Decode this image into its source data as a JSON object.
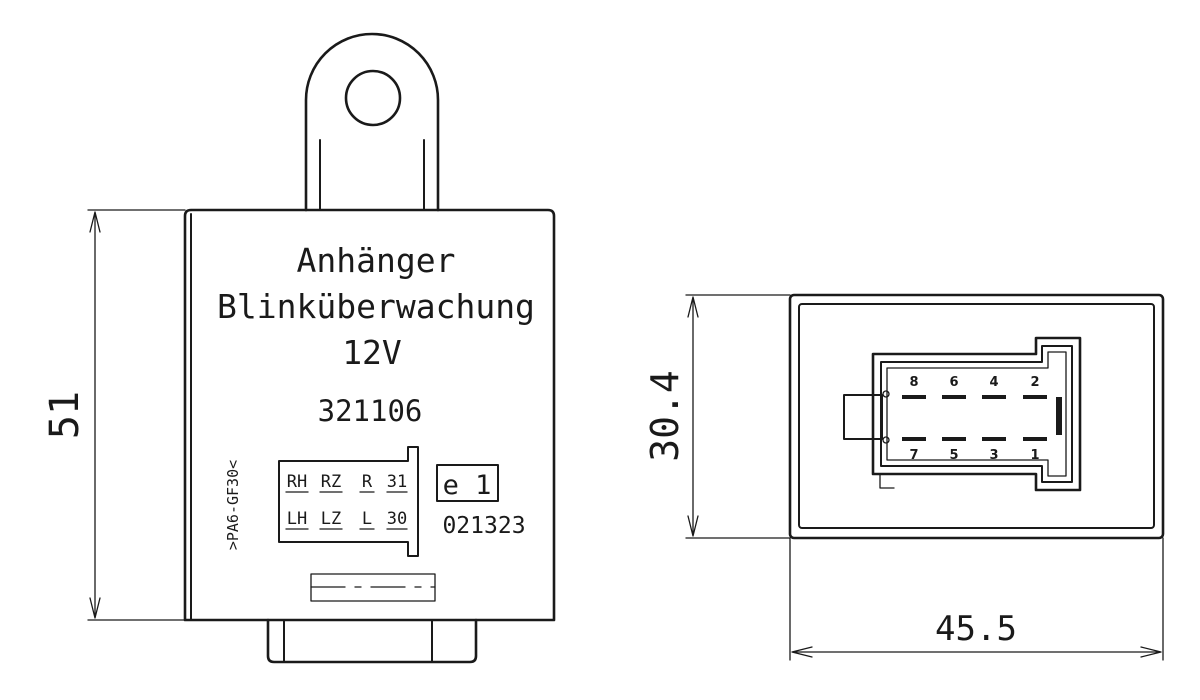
{
  "front_view": {
    "title_line1": "Anhänger",
    "title_line2": "Blinküberwachung",
    "voltage": "12V",
    "part_number": "321106",
    "material_mark": ">PA6-GF30<",
    "terminals_top": [
      "RH",
      "RZ",
      "R",
      "31"
    ],
    "terminals_bottom": [
      "LH",
      "LZ",
      "L",
      "30"
    ],
    "approval_mark": "e 1",
    "approval_number": "021323",
    "dimension_height": "51"
  },
  "side_view": {
    "pins_top": [
      "8",
      "6",
      "4",
      "2"
    ],
    "pins_bottom": [
      "7",
      "5",
      "3",
      "1"
    ],
    "dimension_height": "30.4",
    "dimension_width": "45.5"
  },
  "colors": {
    "line": "#1a1a1a",
    "background": "#ffffff"
  }
}
